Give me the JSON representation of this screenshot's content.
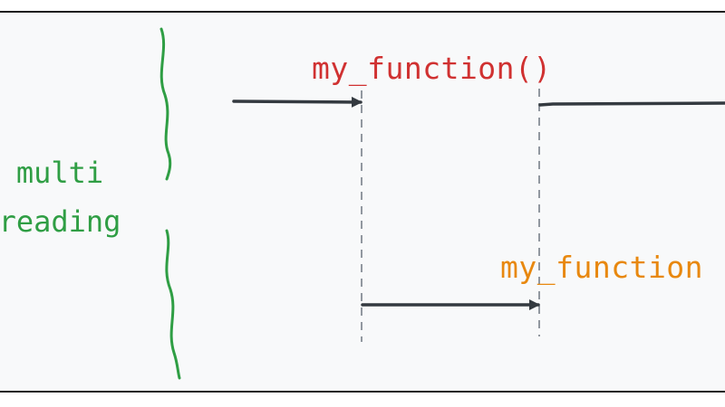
{
  "labels": {
    "call_top": "my_function()",
    "call_bottom": "my_function",
    "group_line1": "multi",
    "group_line2": "reading"
  },
  "colors": {
    "background": "#f8f9fa",
    "stroke": "#1e1e1e",
    "arrow": "#343a40",
    "dashed": "#868e96",
    "call_top": "#d03131",
    "call_bottom": "#e8880f",
    "group": "#2f9e44"
  }
}
